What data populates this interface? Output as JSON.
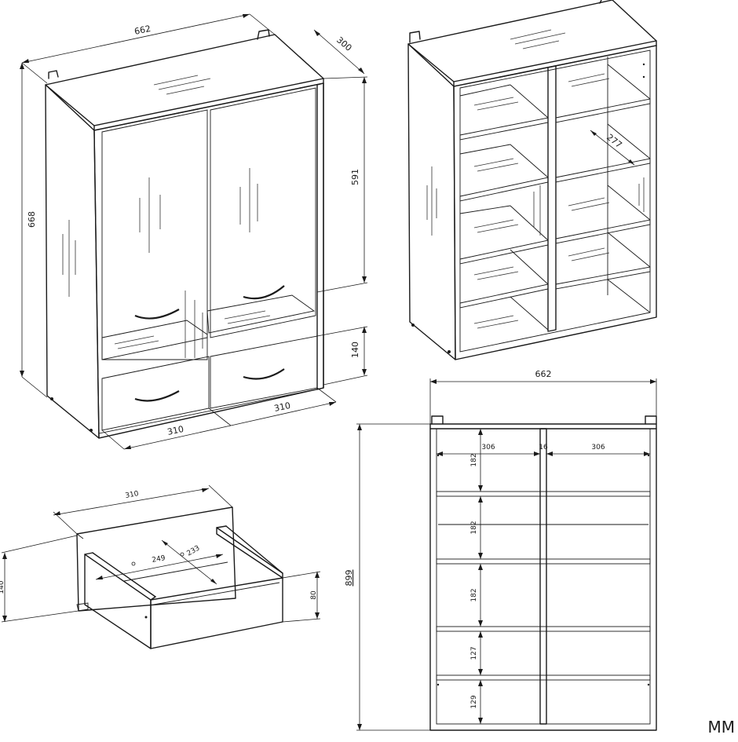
{
  "unit": "MM",
  "views": {
    "closed_cabinet": {
      "width": "662",
      "depth": "300",
      "height": "668",
      "door_height": "591",
      "drawer_height": "140",
      "drawer_width_left": "310",
      "drawer_width_right": "310"
    },
    "open_cabinet": {
      "shelf_depth": "277"
    },
    "front_elevation": {
      "width": "662",
      "height": "899",
      "compartment_width_left": "306",
      "divider_thickness": "16",
      "compartment_width_right": "306",
      "shelf_heights": [
        "182",
        "182",
        "182",
        "127",
        "129"
      ]
    },
    "drawer_detail": {
      "front_width": "310",
      "front_height": "140",
      "inner_width": "249",
      "inner_depth": "233",
      "box_height": "80"
    }
  }
}
